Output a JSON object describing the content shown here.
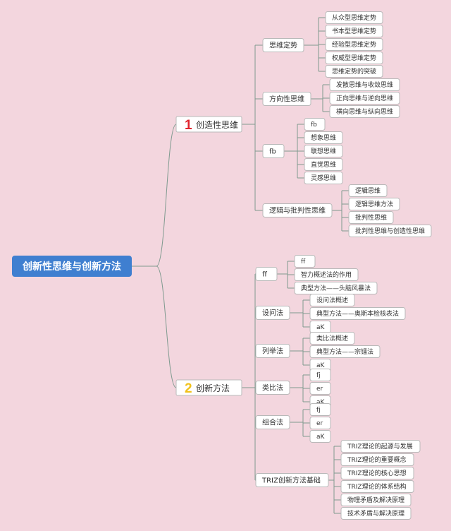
{
  "colors": {
    "background": "#f3d6de",
    "root_fill": "#3f7fd0",
    "root_text": "#ffffff",
    "node_fill": "#ffffff",
    "node_border": "#b9b9b9",
    "line": "#7f9a8f",
    "badge_1": "#e0242e",
    "badge_2": "#f1c21b",
    "text": "#333333"
  },
  "root": {
    "label": "创新性思维与创新方法",
    "children": [
      {
        "id": "n1",
        "number": "1",
        "label": "创造性思维",
        "children": [
          {
            "id": "n1_1",
            "label": "思维定势",
            "children": [
              {
                "label": "从众型思维定势"
              },
              {
                "label": "书本型思维定势"
              },
              {
                "label": "经验型思维定势"
              },
              {
                "label": "权威型思维定势"
              },
              {
                "label": "思维定势的突破"
              }
            ]
          },
          {
            "id": "n1_2",
            "label": "方向性思维",
            "children": [
              {
                "label": "发散思维与收敛思维"
              },
              {
                "label": "正向思维与逆向思维"
              },
              {
                "label": "横向思维与纵向思维"
              }
            ]
          },
          {
            "id": "n1_3",
            "label": "fb",
            "children": [
              {
                "label": "fb"
              },
              {
                "label": "想象思维"
              },
              {
                "label": "联想思维"
              },
              {
                "label": "直觉思维"
              },
              {
                "label": "灵感思维"
              }
            ]
          },
          {
            "id": "n1_4",
            "label": "逻辑与批判性思维",
            "children": [
              {
                "label": "逻辑思维"
              },
              {
                "label": "逻辑思维方法"
              },
              {
                "label": "批判性思维"
              },
              {
                "label": "批判性思维与创造性思维"
              }
            ]
          }
        ]
      },
      {
        "id": "n2",
        "number": "2",
        "label": "创新方法",
        "children": [
          {
            "id": "n2_1",
            "label": "ff",
            "children": [
              {
                "label": "ff"
              },
              {
                "label": "智力概述法的作用"
              },
              {
                "label": "典型方法——头脑风暴法"
              }
            ]
          },
          {
            "id": "n2_2",
            "label": "设问法",
            "children": [
              {
                "label": "设问法概述"
              },
              {
                "label": "典型方法——奥斯本检核表法"
              },
              {
                "label": "aK"
              }
            ]
          },
          {
            "id": "n2_3",
            "label": "列举法",
            "children": [
              {
                "label": "类比法概述"
              },
              {
                "label": "典型方法——宗镭法"
              },
              {
                "label": "aK"
              }
            ]
          },
          {
            "id": "n2_4",
            "label": "类比法",
            "children": [
              {
                "label": "fj"
              },
              {
                "label": "er"
              },
              {
                "label": "aK"
              }
            ]
          },
          {
            "id": "n2_5",
            "label": "组合法",
            "children": [
              {
                "label": "fj"
              },
              {
                "label": "er"
              },
              {
                "label": "aK"
              }
            ]
          },
          {
            "id": "n2_6",
            "label": "TRIZ创新方法基础",
            "children": [
              {
                "label": "TRIZ理论的起源与发展"
              },
              {
                "label": "TRIZ理论的重要概念"
              },
              {
                "label": "TRIZ理论的核心思想"
              },
              {
                "label": "TRIZ理论的体系结构"
              },
              {
                "label": "物理矛盾及解决原理"
              },
              {
                "label": "技术矛盾与解决原理"
              }
            ]
          }
        ]
      }
    ]
  }
}
